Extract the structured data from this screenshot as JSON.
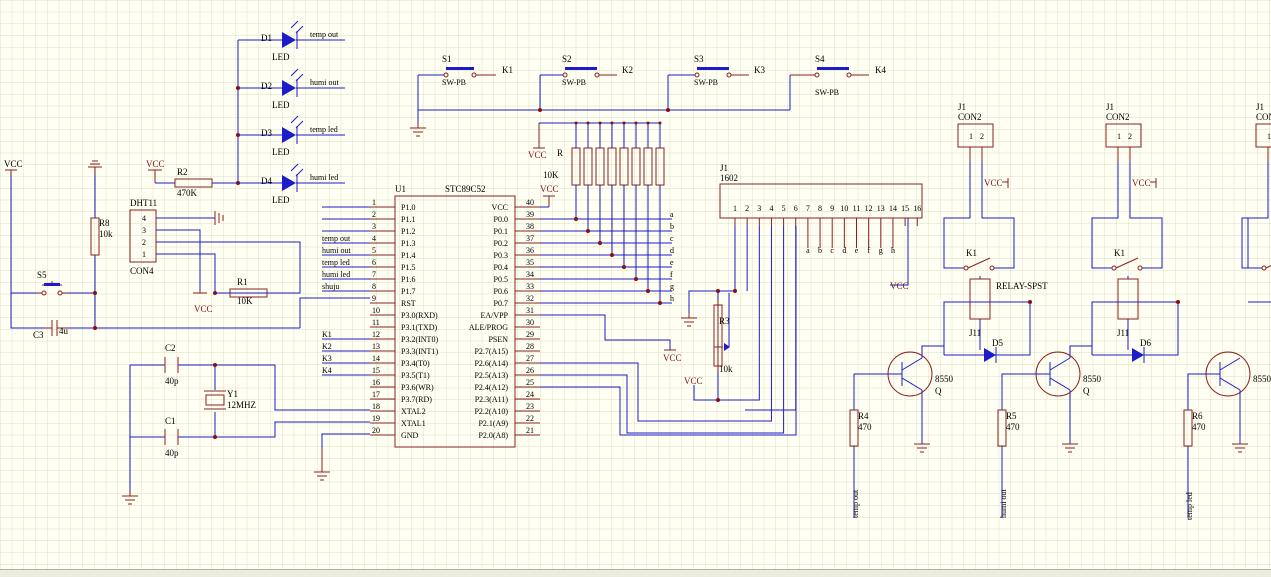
{
  "labels": {
    "vcc": "VCC",
    "led": "LED",
    "tempout": "temp out",
    "humiout": "humi out",
    "templed": "temp led",
    "humiled": "humi led",
    "shuju": "shuju",
    "swpb": "SW-PB",
    "r": "R",
    "k10": "10K",
    "k10l": "10k",
    "dht": "DHT11",
    "con4": "CON4",
    "con2": "CON2",
    "u1": "U1",
    "chip": "STC89C52",
    "j1": "J1",
    "lcd": "1602",
    "k1": "K1",
    "k2": "K2",
    "k3": "K3",
    "k4": "K4",
    "r1": "R1",
    "r2": "R2",
    "r3": "R3",
    "r4": "R4",
    "r5": "R5",
    "r6": "R6",
    "r8": "R8",
    "k470": "470K",
    "ohm470": "470",
    "c1": "C1",
    "c2": "C2",
    "c3": "C3",
    "p40": "40p",
    "u4": "4u",
    "y1": "Y1",
    "mhz": "12MHZ",
    "s1": "S1",
    "s2": "S2",
    "s3": "S3",
    "s4": "S4",
    "s5": "S5",
    "d1": "D1",
    "d2": "D2",
    "d3": "D3",
    "d4": "D4",
    "d5": "D5",
    "d6": "D6",
    "j11": "J11",
    "relay": "RELAY-SPST",
    "q8550": "8550",
    "q": "Q",
    "n1": "1",
    "n2": "2"
  },
  "pins_left": [
    {
      "num": "1",
      "name": "P1.0",
      "sig": ""
    },
    {
      "num": "2",
      "name": "P1.1",
      "sig": ""
    },
    {
      "num": "3",
      "name": "P1.2",
      "sig": ""
    },
    {
      "num": "4",
      "name": "P1.3",
      "sig": "temp out"
    },
    {
      "num": "5",
      "name": "P1.4",
      "sig": "humi out"
    },
    {
      "num": "6",
      "name": "P1.5",
      "sig": "temp led"
    },
    {
      "num": "7",
      "name": "P1.6",
      "sig": "humi led"
    },
    {
      "num": "8",
      "name": "P1.7",
      "sig": "shuju"
    },
    {
      "num": "9",
      "name": "RST",
      "sig": ""
    },
    {
      "num": "10",
      "name": "P3.0(RXD)",
      "sig": ""
    },
    {
      "num": "11",
      "name": "P3.1(TXD)",
      "sig": ""
    },
    {
      "num": "12",
      "name": "P3.2(INT0)",
      "sig": "K1"
    },
    {
      "num": "13",
      "name": "P3.3(INT1)",
      "sig": "K2"
    },
    {
      "num": "14",
      "name": "P3.4(T0)",
      "sig": "K3"
    },
    {
      "num": "15",
      "name": "P3.5(T1)",
      "sig": "K4"
    },
    {
      "num": "16",
      "name": "P3.6(WR)",
      "sig": ""
    },
    {
      "num": "17",
      "name": "P3.7(RD)",
      "sig": ""
    },
    {
      "num": "18",
      "name": "XTAL2",
      "sig": ""
    },
    {
      "num": "19",
      "name": "XTAL1",
      "sig": ""
    },
    {
      "num": "20",
      "name": "GND",
      "sig": ""
    }
  ],
  "pins_right": [
    {
      "num": "40",
      "name": "VCC",
      "sig": ""
    },
    {
      "num": "39",
      "name": "P0.0",
      "sig": "a"
    },
    {
      "num": "38",
      "name": "P0.1",
      "sig": "b"
    },
    {
      "num": "37",
      "name": "P0.2",
      "sig": "c"
    },
    {
      "num": "36",
      "name": "P0.3",
      "sig": "d"
    },
    {
      "num": "35",
      "name": "P0.4",
      "sig": "e"
    },
    {
      "num": "34",
      "name": "P0.5",
      "sig": "f"
    },
    {
      "num": "33",
      "name": "P0.6",
      "sig": "g"
    },
    {
      "num": "32",
      "name": "P0.7",
      "sig": "h"
    },
    {
      "num": "31",
      "name": "EA/VPP",
      "sig": ""
    },
    {
      "num": "30",
      "name": "ALE/PROG",
      "sig": ""
    },
    {
      "num": "29",
      "name": "PSEN",
      "sig": ""
    },
    {
      "num": "28",
      "name": "P2.7(A15)",
      "sig": ""
    },
    {
      "num": "27",
      "name": "P2.6(A14)",
      "sig": ""
    },
    {
      "num": "26",
      "name": "P2.5(A13)",
      "sig": ""
    },
    {
      "num": "25",
      "name": "P2.4(A12)",
      "sig": ""
    },
    {
      "num": "24",
      "name": "P2.3(A11)",
      "sig": ""
    },
    {
      "num": "23",
      "name": "P2.2(A10)",
      "sig": ""
    },
    {
      "num": "22",
      "name": "P2.1(A9)",
      "sig": ""
    },
    {
      "num": "21",
      "name": "P2.0(A8)",
      "sig": ""
    }
  ],
  "lcd_pins": [
    "1",
    "2",
    "3",
    "4",
    "5",
    "6",
    "7",
    "8",
    "9",
    "10",
    "11",
    "12",
    "13",
    "14",
    "15",
    "16"
  ],
  "lcd_bus": [
    "a",
    "b",
    "c",
    "d",
    "e",
    "f",
    "g",
    "h"
  ],
  "dht_pins": [
    "4",
    "3",
    "2",
    "1"
  ],
  "colors": {
    "background": "#fffff3",
    "grid": "#d2d2b4",
    "wire": "#1c1cc8",
    "component": "#8a2020",
    "connector_fill": "#ffffc0",
    "junction": "#8a1010"
  }
}
